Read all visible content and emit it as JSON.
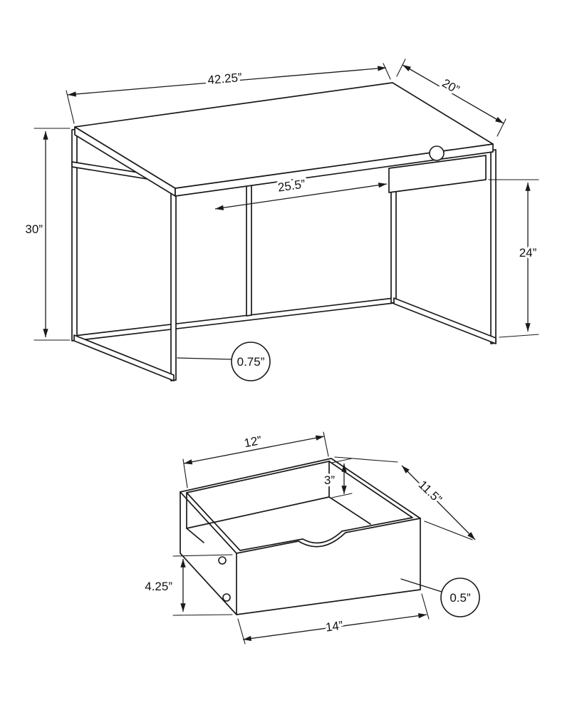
{
  "colors": {
    "line": "#1a1a1a",
    "background": "#ffffff"
  },
  "desk": {
    "width_label": "42.25”",
    "depth_label": "20”",
    "height_label": "30”",
    "knee_space_label": "25.5”",
    "clearance_label": "24”",
    "frame_thickness_label": "0.75”"
  },
  "drawer": {
    "inner_width_label": "12”",
    "inner_depth_label": "3”",
    "side_depth_label": "11.5”",
    "front_height_label": "4.25”",
    "outer_width_label": "14”",
    "panel_thickness_label": "0.5”"
  }
}
